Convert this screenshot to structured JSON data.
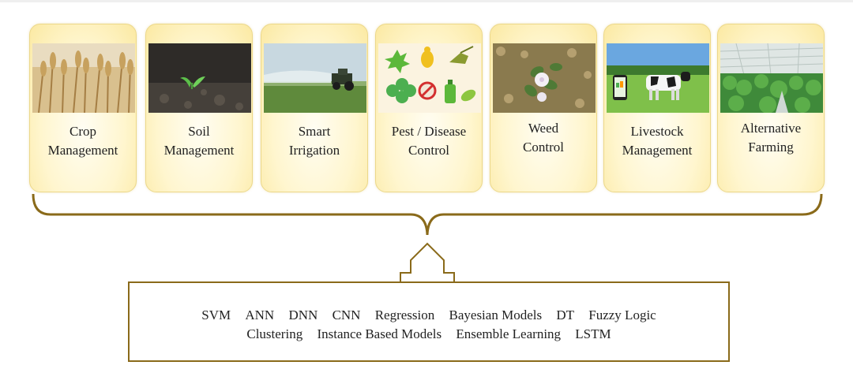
{
  "domains": [
    {
      "label_line1": "Crop",
      "label_line2": "Management",
      "image": "wheat-field-photo"
    },
    {
      "label_line1": "Soil",
      "label_line2": "Management",
      "image": "seedling-soil-photo"
    },
    {
      "label_line1": "Smart",
      "label_line2": "Irrigation",
      "image": "tractor-spraying-photo"
    },
    {
      "label_line1": "Pest / Disease",
      "label_line2": "Control",
      "image": "pest-disease-icons"
    },
    {
      "label_line1": "Weed",
      "label_line2": "Control",
      "image": "weed-flower-photo"
    },
    {
      "label_line1": "Livestock",
      "label_line2": "Management",
      "image": "cow-smartphone-photo"
    },
    {
      "label_line1": "Alternative",
      "label_line2": "Farming",
      "image": "greenhouse-photo"
    }
  ],
  "models": {
    "row1": [
      "SVM",
      "ANN",
      "DNN",
      "CNN",
      "Regression",
      "Bayesian Models",
      "DT",
      "Fuzzy Logic"
    ],
    "row2": [
      "Clustering",
      "Instance Based Models",
      "Ensemble Learning",
      "LSTM"
    ]
  },
  "colors": {
    "card_fill": "#fff6cf",
    "card_border": "#ecd88a",
    "connector": "#8a6a1a"
  }
}
